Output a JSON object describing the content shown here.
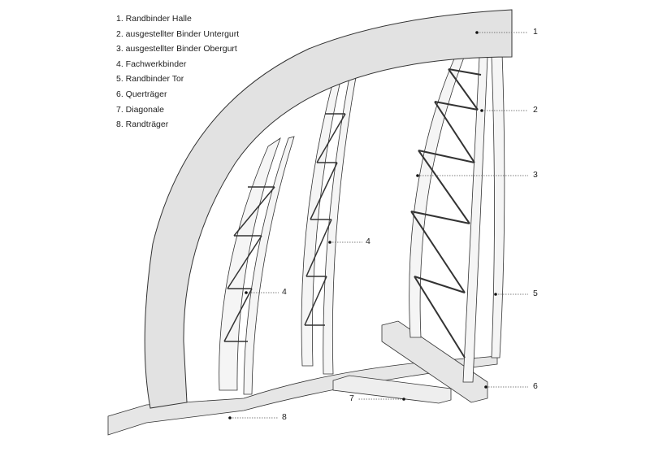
{
  "legend": [
    "1. Randbinder Halle",
    "2. ausgestellter Binder Untergurt",
    "3. ausgestellter Binder Obergurt",
    "4. Fachwerkbinder",
    "5. Randbinder Tor",
    "6. Querträger",
    "7. Diagonale",
    "8. Randträger"
  ],
  "callouts": [
    "1",
    "2",
    "3",
    "4",
    "4",
    "5",
    "6",
    "7",
    "8"
  ],
  "colors": {
    "fill": "#e2e2e2",
    "stroke": "#333333",
    "face": "#f4f4f4"
  }
}
